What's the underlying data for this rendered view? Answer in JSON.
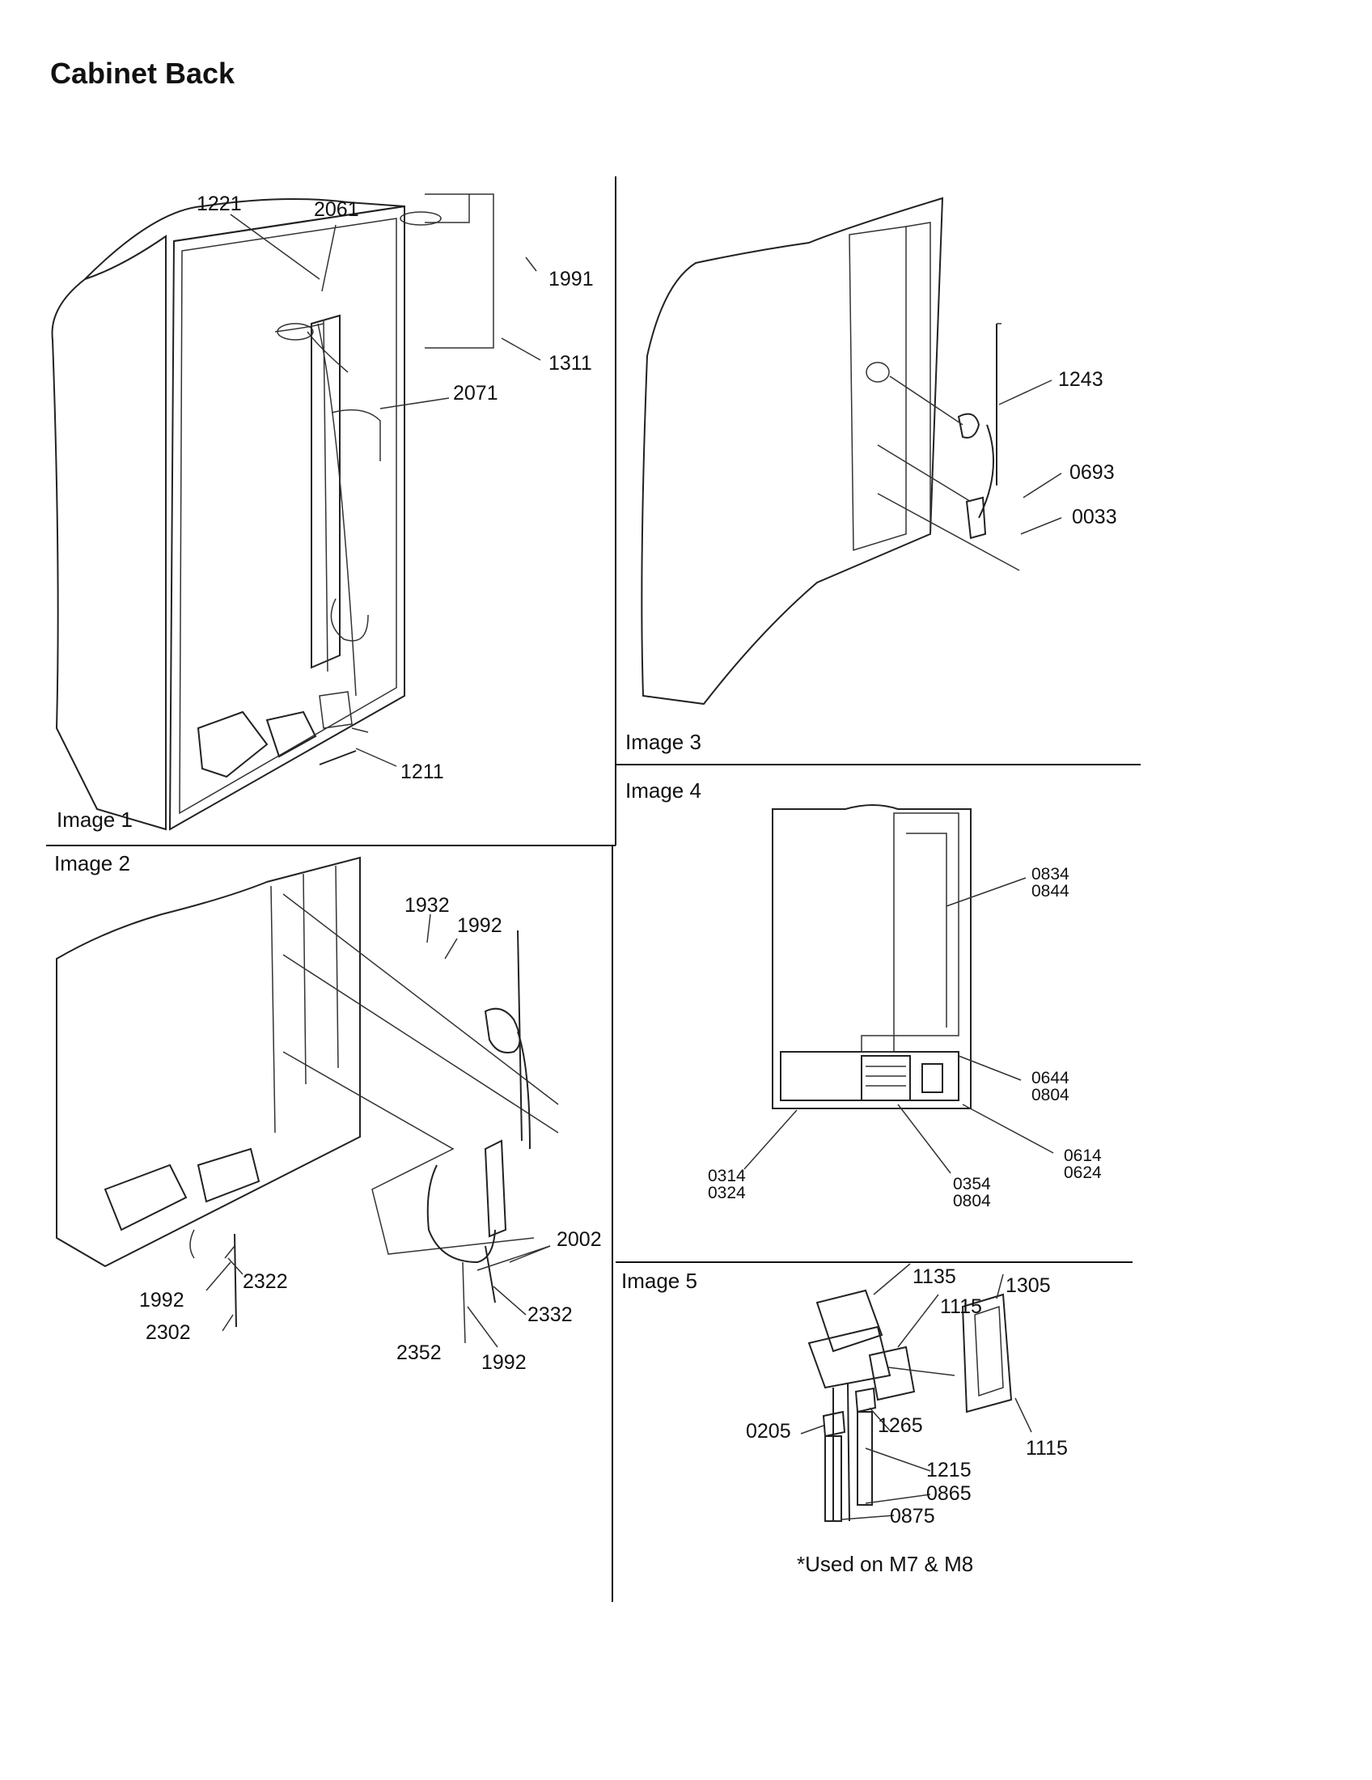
{
  "title": "Cabinet Back",
  "note": "*Used on M7 & M8",
  "panels": {
    "image1": {
      "label": "Image 1",
      "parts": [
        "1221",
        "2061",
        "1991",
        "1311",
        "2071",
        "1211"
      ]
    },
    "image2": {
      "label": "Image 2",
      "parts": [
        "1932",
        "1992",
        "2002",
        "2322",
        "1992",
        "2302",
        "2332",
        "2352",
        "1992"
      ]
    },
    "image3": {
      "label": "Image 3",
      "parts": [
        "1243",
        "0693",
        "0033"
      ]
    },
    "image4": {
      "label": "Image 4",
      "parts": [
        "0834\n0844",
        "0644\n0804",
        "0614\n0624",
        "0314\n0324",
        "0354\n0804"
      ]
    },
    "image5": {
      "label": "Image 5",
      "parts": [
        "1135",
        "1305",
        "1115",
        "1115",
        "0205",
        "1265",
        "1215",
        "0865",
        "0875"
      ]
    }
  }
}
